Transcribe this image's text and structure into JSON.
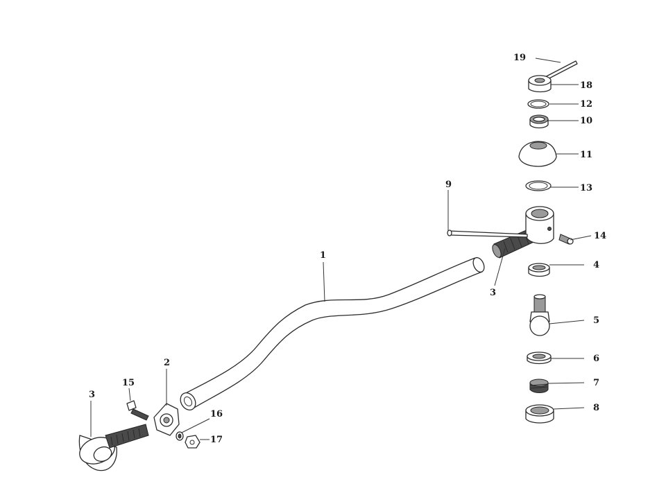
{
  "diagram": {
    "callouts": {
      "c1": "1",
      "c2": "2",
      "c3_left": "3",
      "c3_right": "3",
      "c4": "4",
      "c5": "5",
      "c6": "6",
      "c7": "7",
      "c8": "8",
      "c9": "9",
      "c10": "10",
      "c11": "11",
      "c12": "12",
      "c13": "13",
      "c14": "14",
      "c15": "15",
      "c16": "16",
      "c17": "17",
      "c18": "18",
      "c19": "19"
    }
  }
}
